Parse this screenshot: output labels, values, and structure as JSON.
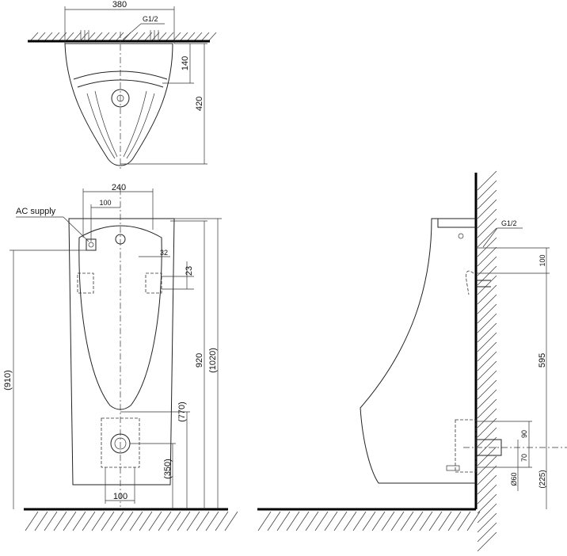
{
  "top_view": {
    "width_dim": "380",
    "inlet_label": "G1/2",
    "depth_to_band_dim": "140",
    "total_depth_dim": "420"
  },
  "front_view": {
    "top_width_dim": "240",
    "ac_offset_dim": "100",
    "ac_supply_label": "AC supply",
    "bracket_offset_dim": "32",
    "bracket_height_dim": "23",
    "ac_height_dim": "(910)",
    "bracket_from_floor_dim": "920",
    "total_height_dim": "(1020)",
    "outlet_top_dim": "(770)",
    "outlet_center_dim": "(350)",
    "outlet_width_dim": "100"
  },
  "side_view": {
    "inlet_label": "G1/2",
    "inlet_to_bracket_dim": "100",
    "bracket_to_outlet_dim": "595",
    "outlet_upper_dim": "90",
    "outlet_lower_dim": "70",
    "outlet_diameter_dim": "Ø60",
    "outlet_height_dim": "(225)"
  }
}
